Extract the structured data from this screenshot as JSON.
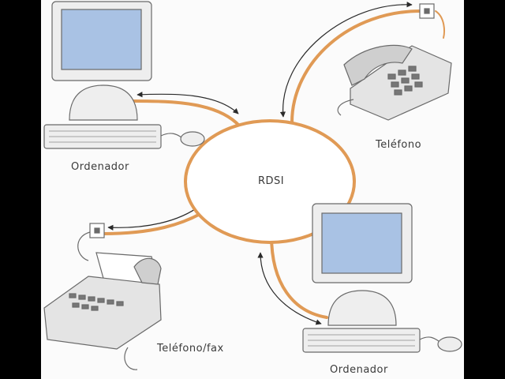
{
  "center": {
    "label": "RDSI"
  },
  "nodes": {
    "computer_top_left": {
      "label": "Ordenador"
    },
    "phone_top_right": {
      "label": "Teléfono"
    },
    "fax_bottom_left": {
      "label": "Teléfono/fax"
    },
    "computer_bottom_right": {
      "label": "Ordenador"
    }
  },
  "colors": {
    "link": "#e09a55",
    "arrow": "#2a2a2a",
    "screen": "#a9c2e4",
    "device_fill": "#eeeeee",
    "device_stroke": "#6a6a6a"
  }
}
